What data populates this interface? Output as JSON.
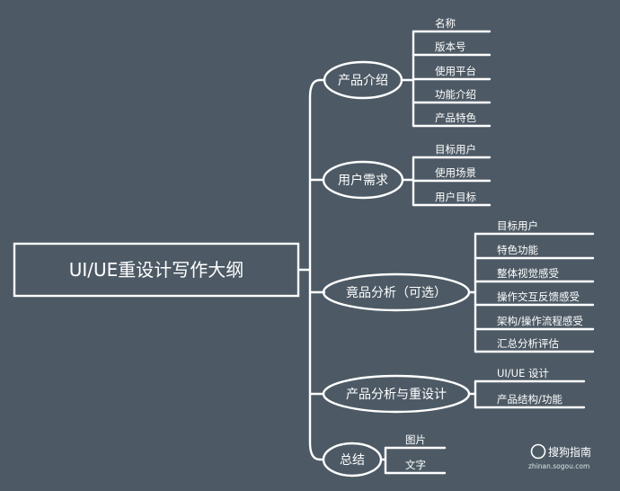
{
  "root": {
    "label": "UI/UE重设计写作大纲"
  },
  "branches": [
    {
      "label": "产品介绍",
      "leaves": [
        "名称",
        "版本号",
        "使用平台",
        "功能介绍",
        "产品特色"
      ]
    },
    {
      "label": "用户需求",
      "leaves": [
        "目标用户",
        "使用场景",
        "用户目标"
      ]
    },
    {
      "label": "竟品分析（可选）",
      "leaves": [
        "目标用户",
        "特色功能",
        "整体视觉感受",
        "操作交互反馈感受",
        "架构/操作流程感受",
        "汇总分析评估"
      ]
    },
    {
      "label": "产品分析与重设计",
      "leaves": [
        "UI/UE 设计",
        "产品结构/功能"
      ]
    },
    {
      "label": "总结",
      "leaves": [
        "图片",
        "文字"
      ]
    }
  ],
  "watermark": {
    "brand": "搜狗指南",
    "url": "zhinan.sogou.com"
  },
  "colors": {
    "background": "#4d5a65",
    "line": "#ffffff"
  }
}
